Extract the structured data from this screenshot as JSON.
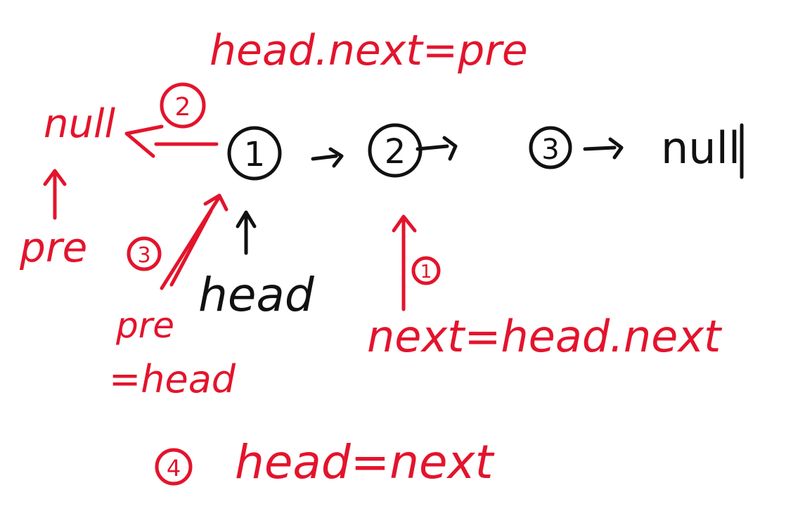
{
  "colors": {
    "annotation": "#e3142c",
    "list": "#111111",
    "background": "#ffffff"
  },
  "list": {
    "nodes": [
      "1",
      "2",
      "3"
    ],
    "tail": "null",
    "head_label": "head"
  },
  "annotations": {
    "left_null": "null",
    "pre_label": "pre",
    "step1_marker": "1",
    "step1_code": "next=head.next",
    "step2_marker": "2",
    "step2_code": "head.next=pre",
    "step3_marker": "3",
    "step3_code_line1": "pre",
    "step3_code_line2": "=head",
    "step4_marker": "4",
    "step4_code": "head=next"
  }
}
